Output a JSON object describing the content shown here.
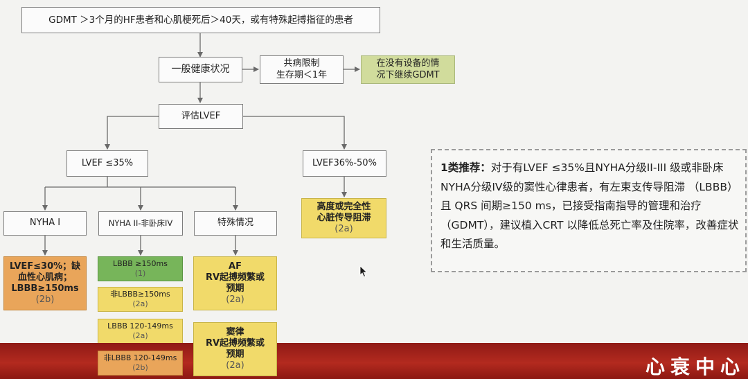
{
  "flowchart": {
    "top": "GDMT ＞3个月的HF患者和心肌梗死后＞40天，或有特殊起搏指征的患者",
    "general_health": "一般健康状况",
    "comorbidity": "共病限制\n生存期＜1年",
    "continue_gdmt": "在没有设备的情\n况下继续GDMT",
    "assess_lvef": "评估LVEF",
    "lvef_le35": "LVEF ≤35%",
    "lvef_36_50": "LVEF36%-50%",
    "nyha_1": "NYHA I",
    "nyha_2_4": "NYHA II-非卧床IV",
    "special": "特殊情况",
    "lvef36_rec": {
      "text": "高度或完全性\n心脏传导阻滞",
      "class": "(2a)"
    },
    "nyha1_rec": {
      "text": "LVEF≤30%；缺\n血性心肌病；\nLBBB≥150ms",
      "class": "(2b)"
    },
    "lbbb150": {
      "text": "LBBB ≥150ms",
      "class": "(1)"
    },
    "non_lbbb150": {
      "text": "非LBBB≥150ms",
      "class": "(2a)"
    },
    "lbbb120": {
      "text": "LBBB 120-149ms",
      "class": "(2a)"
    },
    "non_lbbb120": {
      "text": "非LBBB 120-149ms",
      "class": "(2b)"
    },
    "af": {
      "text": "AF\nRV起搏频繁或\n预期",
      "class": "(2a)"
    },
    "sinus": {
      "text": "窦律\nRV起搏频繁或\n预期",
      "class": "(2a)"
    }
  },
  "note": {
    "lead": "1类推荐：",
    "body": "对于有LVEF ≤35%且NYHA分级II-III 级或非卧床NYHA分级IV级的窦性心律患者，有左束支传导阻滞 （LBBB） 且 QRS 间期≥150 ms，已接受指南指导的管理和治疗（GDMT），建议植入CRT 以降低总死亡率及住院率，改善症状和生活质量。"
  },
  "footer": {
    "brand": "心衰中心"
  },
  "colors": {
    "green_light": "#d1dc9c",
    "green_dark": "#77b55a",
    "yellow": "#f1da6a",
    "orange": "#e9a55a",
    "bar_red": "#a52219"
  }
}
